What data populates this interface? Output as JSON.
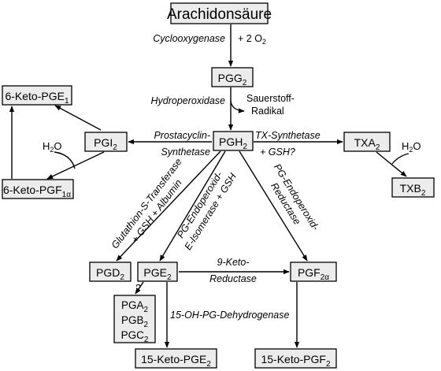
{
  "nodes": {
    "arachidonsaeure": {
      "text": "Arachidonsäure"
    },
    "pgg2": {
      "base": "PGG",
      "sub": "2"
    },
    "pgh2": {
      "base": "PGH",
      "sub": "2"
    },
    "pgi2": {
      "base": "PGI",
      "sub": "2"
    },
    "txa2": {
      "base": "TXA",
      "sub": "2"
    },
    "txb2": {
      "base": "TXB",
      "sub": "2"
    },
    "keto_pge1": {
      "base": "6-Keto-PGE",
      "sub": "1"
    },
    "keto_pgf1a": {
      "base": "6-Keto-PGF",
      "sub": "1α"
    },
    "pgd2": {
      "base": "PGD",
      "sub": "2"
    },
    "pge2": {
      "base": "PGE",
      "sub": "2"
    },
    "pgf2a": {
      "base": "PGF",
      "sub": "2α"
    },
    "pga2": {
      "base": "PGA",
      "sub": "2"
    },
    "pgb2": {
      "base": "PGB",
      "sub": "2"
    },
    "pgc2": {
      "base": "PGC",
      "sub": "2"
    },
    "keto15_pge2": {
      "base": "15-Keto-PGE",
      "sub": "2"
    },
    "keto15_pgf2": {
      "base": "15-Keto-PGF",
      "sub": "2"
    }
  },
  "labels": {
    "cyclooxygenase": "Cyclooxygenase",
    "plus_o2": "+ 2 O",
    "o2_sub": "2",
    "hydroperoxidase": "Hydroperoxidase",
    "sauerstoff_1": "Sauerstoff-",
    "sauerstoff_2": "Radikal",
    "prostacyclin_1": "Prostacyclin-",
    "prostacyclin_2": "Synthetase",
    "tx_1": "TX-Synthetase",
    "tx_2": "+ GSH?",
    "h2o_left": "H",
    "h2o_left_sub": "2",
    "h2o_left_end": "O",
    "h2o_right": "H",
    "h2o_right_sub": "2",
    "h2o_right_end": "O",
    "glut_1": "Glutathion-S-Transferase",
    "glut_2": "+ GSH + Albumin",
    "pge_iso_1": "PG-Endoperoxid-",
    "pge_iso_2": "E-Isomerase + GSH",
    "pgf_red_1": "PG-Endoperoxid-",
    "pgf_red_2": "Reductase",
    "keto9_1": "9-Keto-",
    "keto9_2": "Reductase",
    "dehydro": "15-OH-PG-Dehydrogenase",
    "question": "?"
  }
}
